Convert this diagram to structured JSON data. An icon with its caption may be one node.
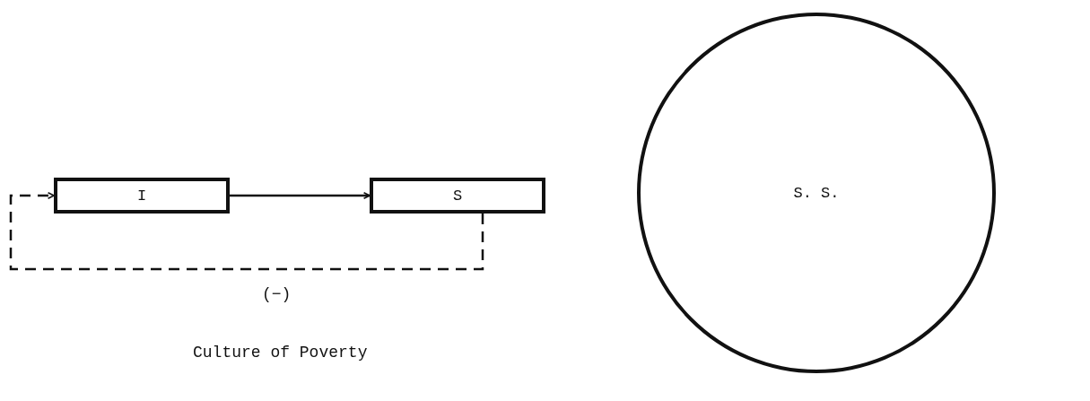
{
  "diagram": {
    "caption": "Culture of Poverty",
    "nodes": [
      {
        "text": [
          "I"
        ]
      },
      {
        "text": [
          "S"
        ]
      },
      {
        "text": [
          "S. S."
        ]
      }
    ],
    "edges": [
      {
        "from": 0,
        "to": 1,
        "arrow": "to"
      },
      {
        "from": 1,
        "to": 0,
        "arrow": "to",
        "style": "dashed",
        "label": "(−)"
      }
    ]
  }
}
